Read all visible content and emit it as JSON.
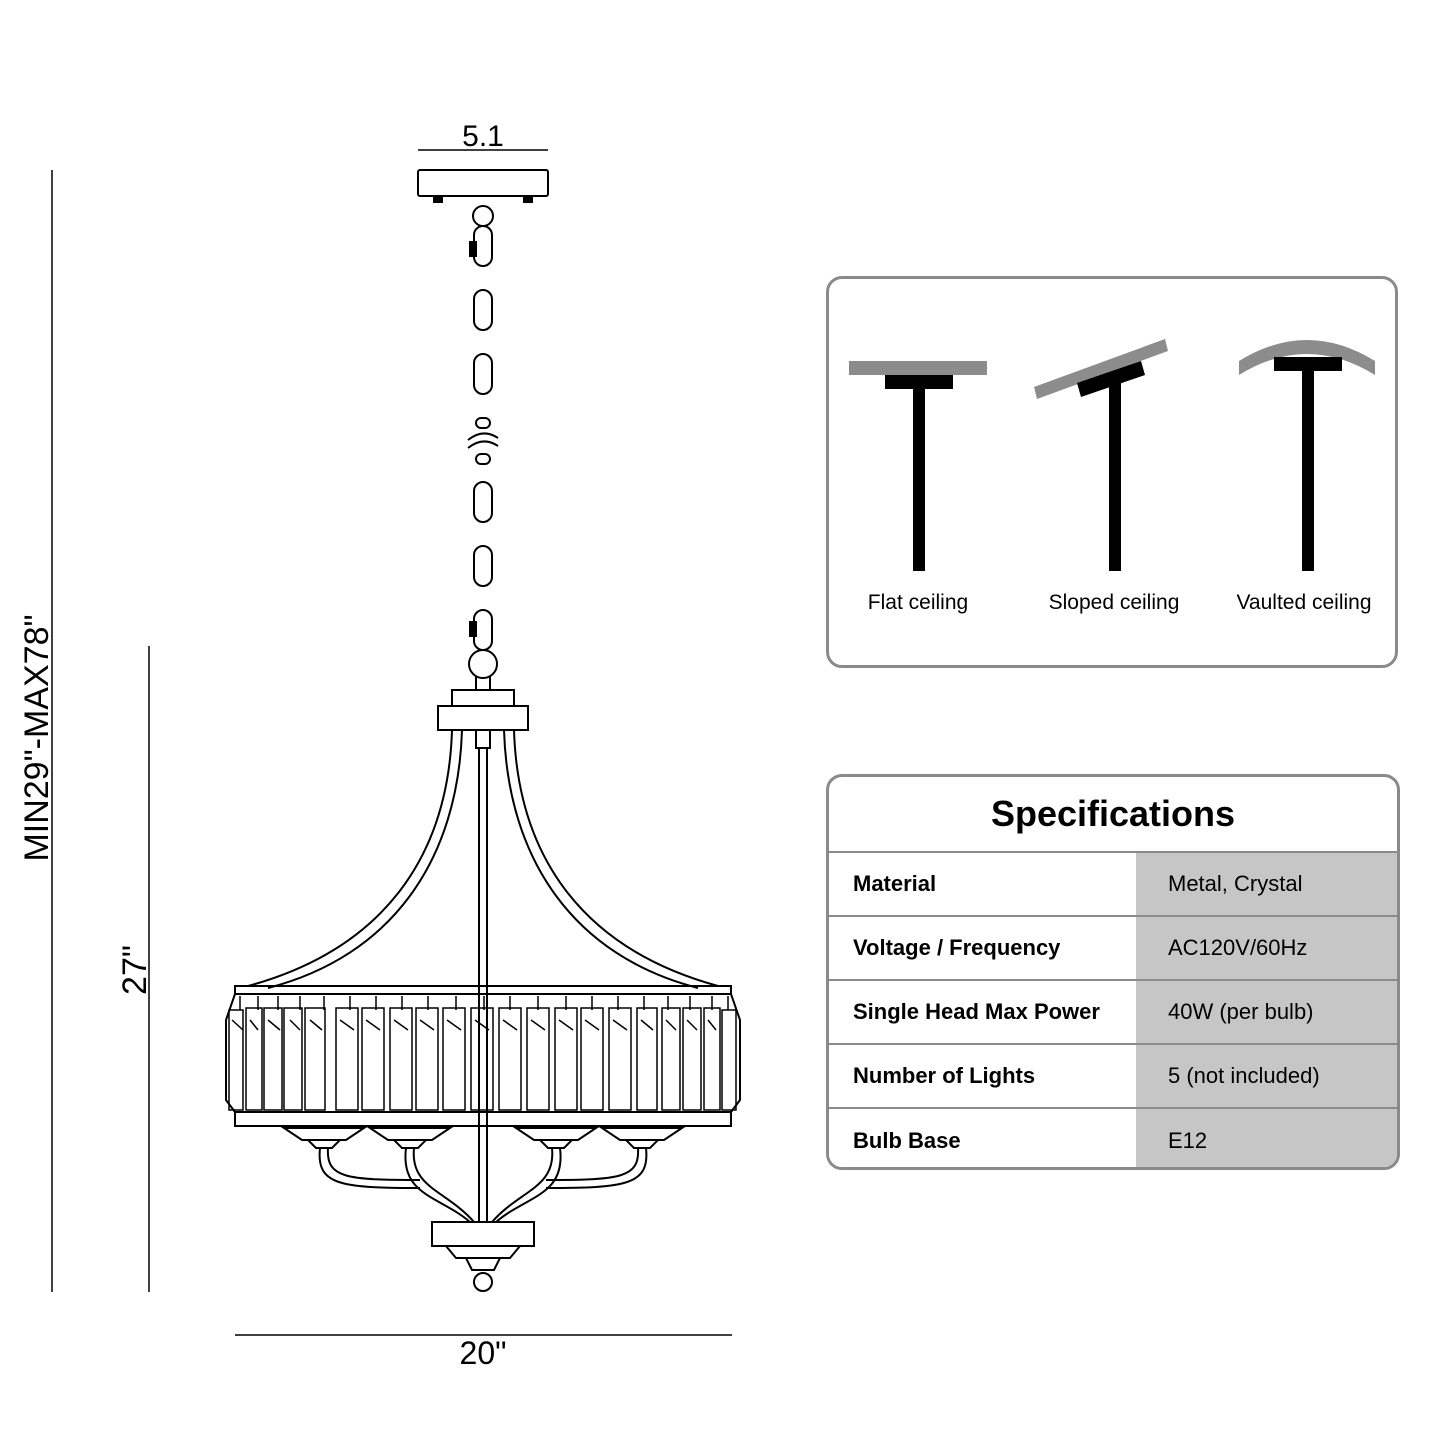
{
  "dimensions": {
    "canopy_width": "5.1",
    "overall_height": "MIN29\"-MAX78\"",
    "body_height": "27\"",
    "body_width": "20\""
  },
  "ceiling_types": {
    "items": [
      {
        "label": "Flat ceiling"
      },
      {
        "label": "Sloped ceiling"
      },
      {
        "label": "Vaulted ceiling"
      }
    ],
    "ceiling_color": "#8c8c8c",
    "rod_color": "#000000"
  },
  "specifications": {
    "title": "Specifications",
    "rows": [
      {
        "key": "Material",
        "value": "Metal,  Crystal"
      },
      {
        "key": "Voltage / Frequency",
        "value": "AC120V/60Hz"
      },
      {
        "key": "Single Head Max Power",
        "value": "40W (per bulb)"
      },
      {
        "key": "Number of Lights",
        "value": "5 (not included)"
      },
      {
        "key": "Bulb Base",
        "value": "E12"
      }
    ],
    "value_bg_color": "#c6c6c6"
  }
}
